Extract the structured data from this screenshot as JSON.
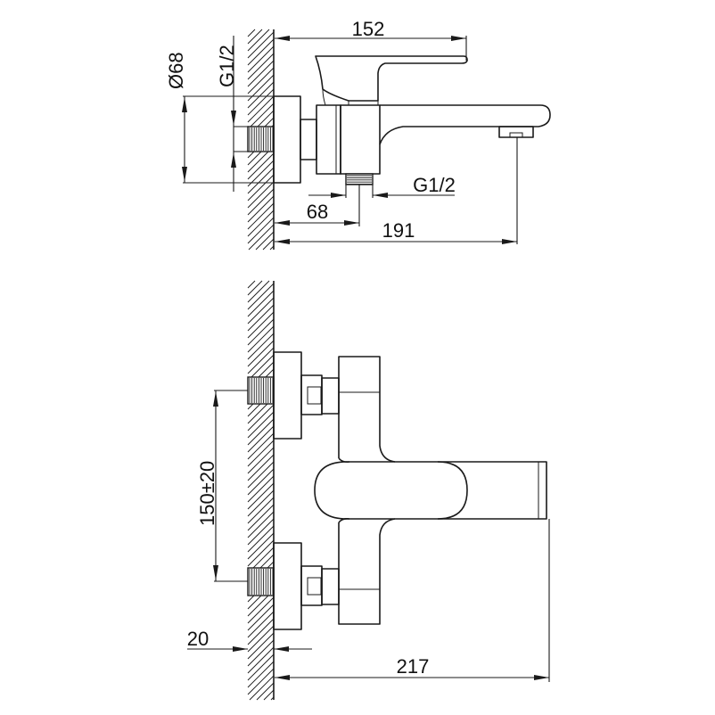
{
  "title": "Wall-mounted bath mixer technical drawing",
  "side_view": {
    "dims": {
      "handle_reach": "152",
      "flange_diameter": "Ø68",
      "inlet_thread": "G1/2",
      "outlet_thread": "G1/2",
      "outlet_offset": "68",
      "spout_reach": "191"
    }
  },
  "front_view": {
    "dims": {
      "inlet_spacing": "150±20",
      "wall_depth": "20",
      "total_projection": "217"
    }
  },
  "colors": {
    "line": "#1a1a1a",
    "background": "#ffffff"
  }
}
